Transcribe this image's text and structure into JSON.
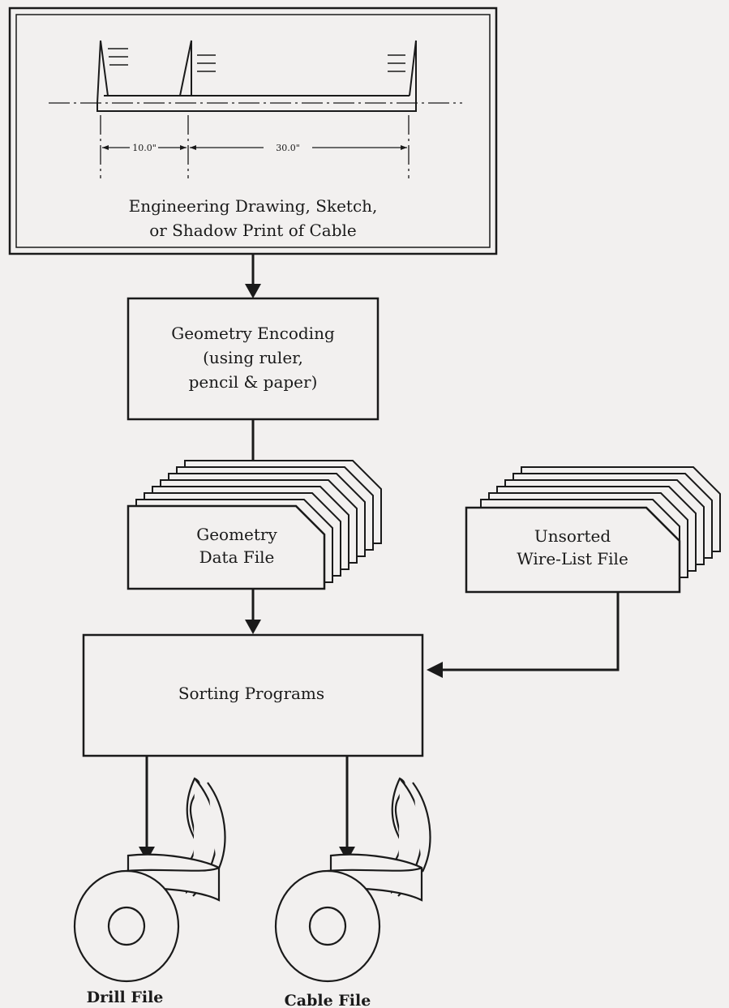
{
  "drawing_box": {
    "line1": "Engineering Drawing, Sketch,",
    "line2": "or Shadow Print of Cable",
    "dim_left": "10.0\"",
    "dim_right": "30.0\""
  },
  "encoding_box": {
    "line1": "Geometry Encoding",
    "line2": "(using ruler,",
    "line3": "pencil & paper)"
  },
  "geometry_file": {
    "line1": "Geometry",
    "line2": "Data File"
  },
  "wirelist_file": {
    "line1": "Unsorted",
    "line2": "Wire-List File"
  },
  "sorting_box": {
    "label": "Sorting Programs"
  },
  "outputs": {
    "drill": "Drill File",
    "cable": "Cable File"
  }
}
